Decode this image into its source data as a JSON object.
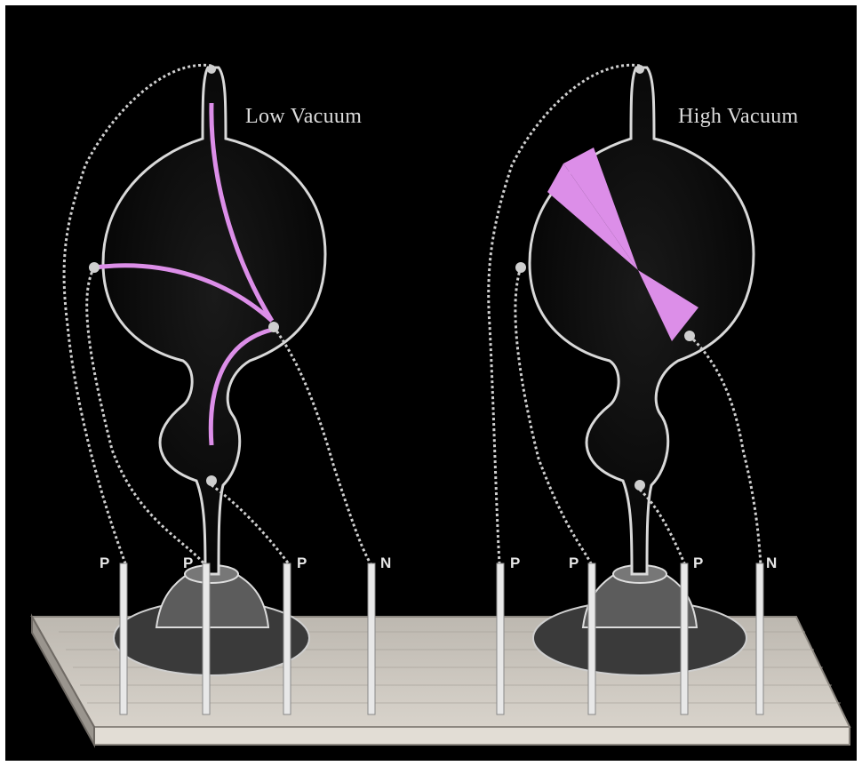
{
  "titles": {
    "left": "Low Vacuum",
    "right": "High Vacuum"
  },
  "terminals": {
    "left": [
      "P",
      "P",
      "P",
      "N"
    ],
    "right": [
      "P",
      "P",
      "P",
      "N"
    ]
  },
  "colors": {
    "background": "#000000",
    "glass_outline": "#d9d9d9",
    "ray": "#dc8ee8",
    "board": "#cfcac2"
  }
}
